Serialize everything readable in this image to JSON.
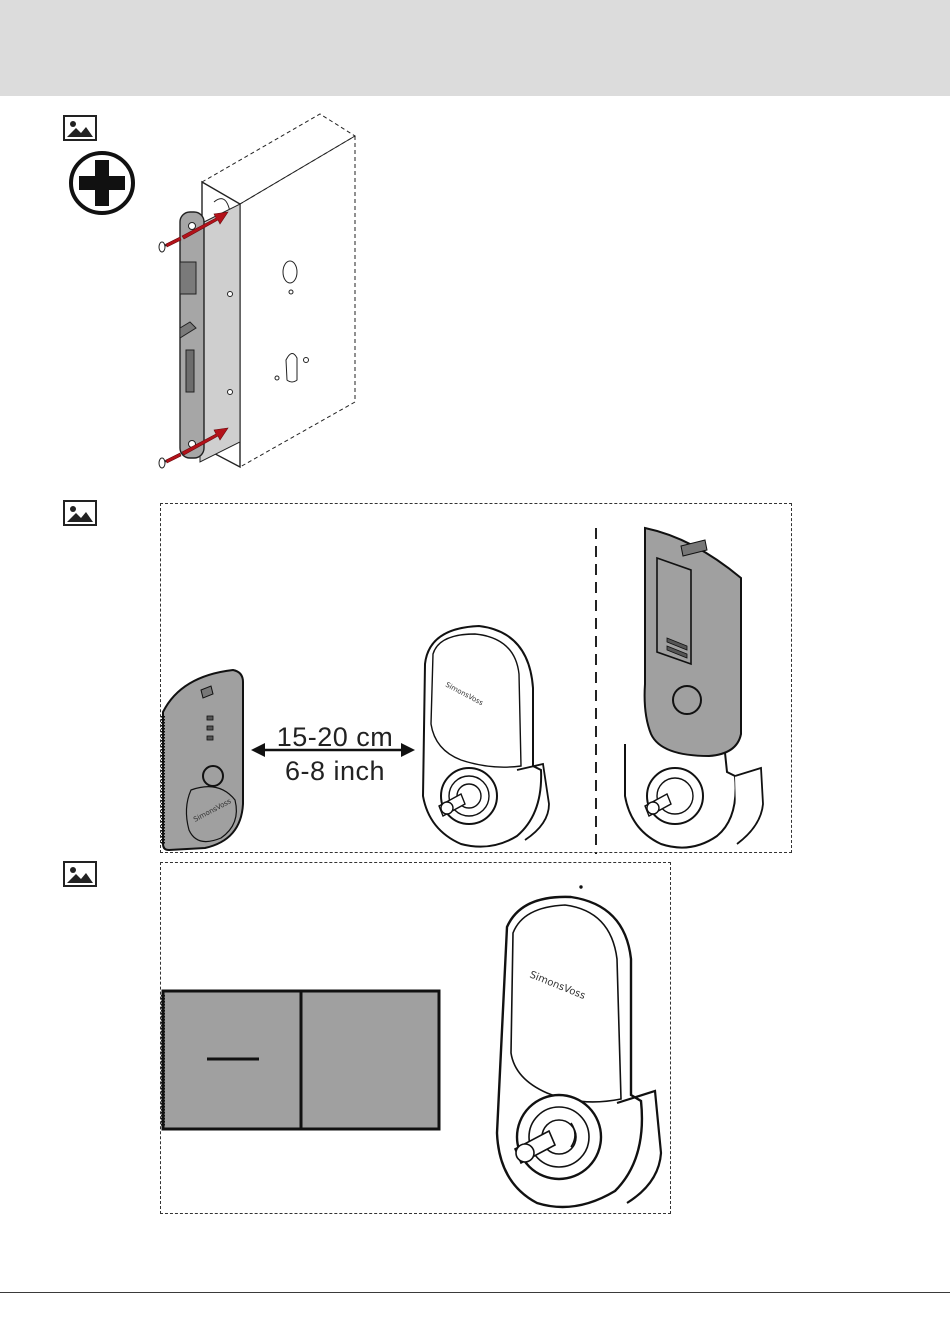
{
  "page": {
    "header_color": "#dcdcdc",
    "rule_color": "#3a3a3a"
  },
  "icons": {
    "step1": "image-icon",
    "step2": "image-icon",
    "step3": "image-icon",
    "tool": "phillips-screwdriver-icon"
  },
  "step2": {
    "distance_cm": "15-20 cm",
    "distance_inch": "6-8 inch",
    "brand_text": "SimonsVoss"
  },
  "step3": {
    "brand_text": "SimonsVoss"
  },
  "colors": {
    "arrow": "#b3121a",
    "plate": "#a6a6a6",
    "panel": "#a0a0a0",
    "line": "#111111"
  }
}
